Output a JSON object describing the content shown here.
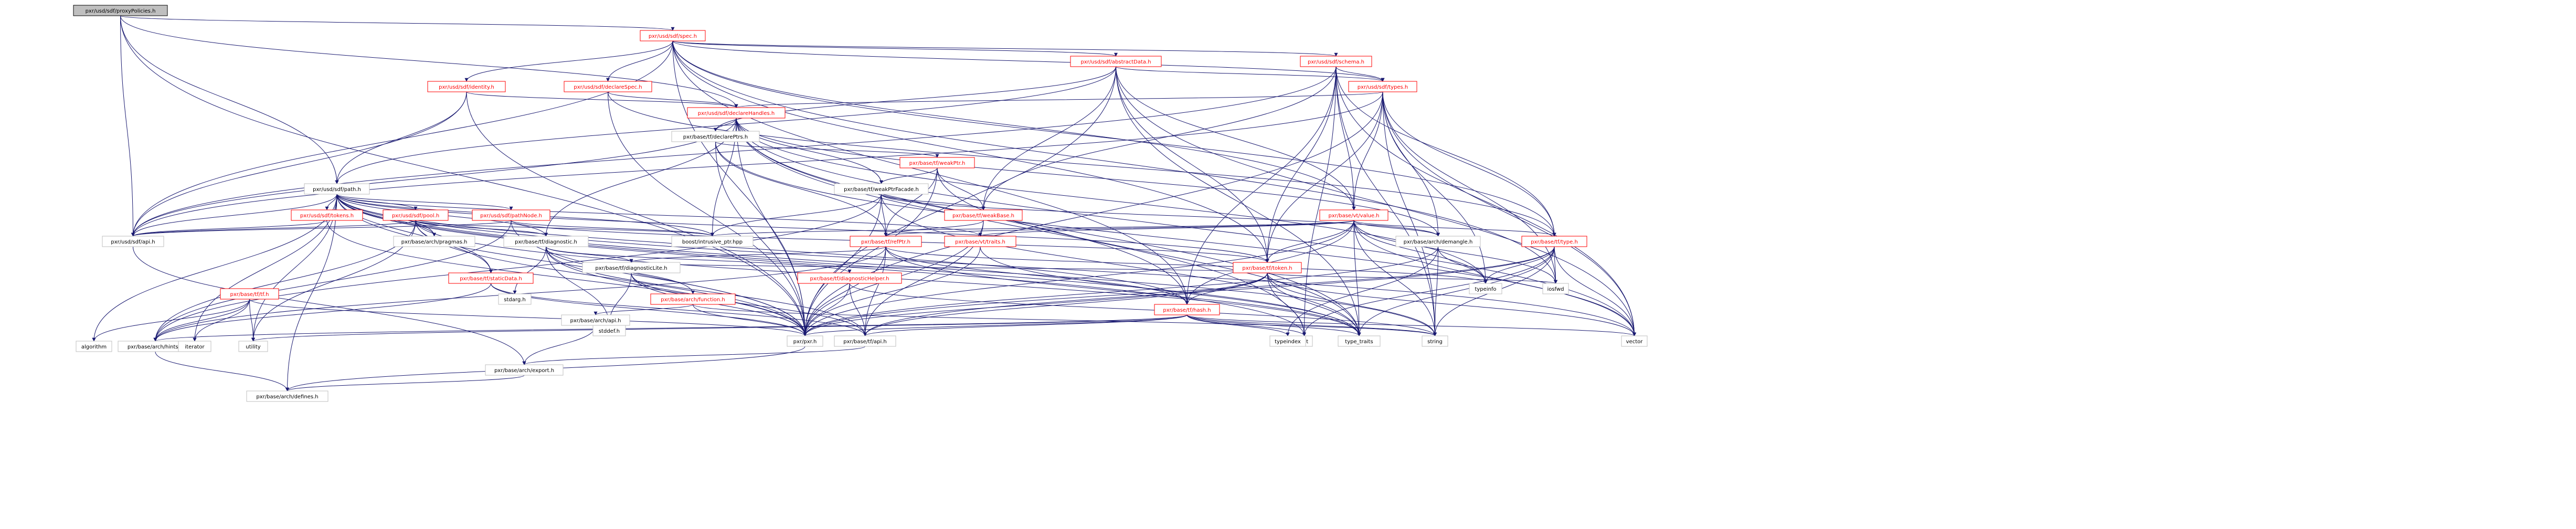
{
  "graph": {
    "title": "pxr/usd/sdf/proxyPolicies.h",
    "colors": {
      "root_fill": "#bfbfbf",
      "node_fill": "#ffffff",
      "node_border_linked": "#ff0000",
      "node_border_plain": "#bfbfbf",
      "edge": "#191970",
      "text_linked": "#ff0000",
      "text_plain": "#000000"
    },
    "nodes": [
      {
        "id": "proxyPolicies",
        "label": "pxr/usd/sdf/proxyPolicies.h",
        "kind": "root"
      },
      {
        "id": "spec",
        "label": "pxr/usd/sdf/spec.h",
        "kind": "linked"
      },
      {
        "id": "abstractData",
        "label": "pxr/usd/sdf/abstractData.h",
        "kind": "linked"
      },
      {
        "id": "schema",
        "label": "pxr/usd/sdf/schema.h",
        "kind": "linked"
      },
      {
        "id": "identity",
        "label": "pxr/usd/sdf/identity.h",
        "kind": "linked"
      },
      {
        "id": "declareSpec",
        "label": "pxr/usd/sdf/declareSpec.h",
        "kind": "linked"
      },
      {
        "id": "types",
        "label": "pxr/usd/sdf/types.h",
        "kind": "linked"
      },
      {
        "id": "declareHandles",
        "label": "pxr/usd/sdf/declareHandles.h",
        "kind": "linked"
      },
      {
        "id": "declarePtrs",
        "label": "pxr/base/tf/declarePtrs.h",
        "kind": "plain"
      },
      {
        "id": "weakPtr",
        "label": "pxr/base/tf/weakPtr.h",
        "kind": "linked"
      },
      {
        "id": "weakPtrFacade",
        "label": "pxr/base/tf/weakPtrFacade.h",
        "kind": "plain"
      },
      {
        "id": "path",
        "label": "pxr/usd/sdf/path.h",
        "kind": "plain"
      },
      {
        "id": "tokens",
        "label": "pxr/usd/sdf/tokens.h",
        "kind": "linked"
      },
      {
        "id": "pool",
        "label": "pxr/usd/sdf/pool.h",
        "kind": "linked"
      },
      {
        "id": "pathNode",
        "label": "pxr/usd/sdf/pathNode.h",
        "kind": "linked"
      },
      {
        "id": "sdfApi",
        "label": "pxr/usd/sdf/api.h",
        "kind": "plain"
      },
      {
        "id": "pragmas",
        "label": "pxr/base/arch/pragmas.h",
        "kind": "plain"
      },
      {
        "id": "diagnostic",
        "label": "pxr/base/tf/diagnostic.h",
        "kind": "plain"
      },
      {
        "id": "staticData",
        "label": "pxr/base/tf/staticData.h",
        "kind": "linked"
      },
      {
        "id": "tfHash",
        "label": "pxr/base/tf/hash.h",
        "kind": "linked"
      },
      {
        "id": "tfToken",
        "label": "pxr/base/tf/token.h",
        "kind": "linked"
      },
      {
        "id": "vtValue",
        "label": "pxr/base/vt/value.h",
        "kind": "linked"
      },
      {
        "id": "tfType",
        "label": "pxr/base/tf/type.h",
        "kind": "linked"
      },
      {
        "id": "weakBase",
        "label": "pxr/base/tf/weakBase.h",
        "kind": "linked"
      },
      {
        "id": "refPtr",
        "label": "pxr/base/tf/refPtr.h",
        "kind": "linked"
      },
      {
        "id": "vtTraits",
        "label": "pxr/base/vt/traits.h",
        "kind": "linked"
      },
      {
        "id": "demangle",
        "label": "pxr/base/arch/demangle.h",
        "kind": "plain"
      },
      {
        "id": "diagnosticLite",
        "label": "pxr/base/tf/diagnosticLite.h",
        "kind": "plain"
      },
      {
        "id": "diagnosticHelper",
        "label": "pxr/base/tf/diagnosticHelper.h",
        "kind": "linked"
      },
      {
        "id": "archFunction",
        "label": "pxr/base/arch/function.h",
        "kind": "linked"
      },
      {
        "id": "tfApi",
        "label": "pxr/base/tf/api.h",
        "kind": "plain"
      },
      {
        "id": "archApi",
        "label": "pxr/base/arch/api.h",
        "kind": "plain"
      },
      {
        "id": "tfTf",
        "label": "pxr/base/tf/tf.h",
        "kind": "linked"
      },
      {
        "id": "hints",
        "label": "pxr/base/arch/hints.h",
        "kind": "plain"
      },
      {
        "id": "archExport",
        "label": "pxr/base/arch/export.h",
        "kind": "plain"
      },
      {
        "id": "defines",
        "label": "pxr/base/arch/defines.h",
        "kind": "plain"
      },
      {
        "id": "pxrH",
        "label": "pxr/pxr.h",
        "kind": "plain"
      },
      {
        "id": "intrusive",
        "label": "boost/intrusive_ptr.hpp",
        "kind": "plain"
      },
      {
        "id": "stdarg",
        "label": "stdarg.h",
        "kind": "plain"
      },
      {
        "id": "stddef",
        "label": "stddef.h",
        "kind": "plain"
      },
      {
        "id": "algorithm",
        "label": "algorithm",
        "kind": "plain"
      },
      {
        "id": "iterator",
        "label": "iterator",
        "kind": "plain"
      },
      {
        "id": "utility",
        "label": "utility",
        "kind": "plain"
      },
      {
        "id": "set",
        "label": "set",
        "kind": "plain"
      },
      {
        "id": "typeTraits",
        "label": "type_traits",
        "kind": "plain"
      },
      {
        "id": "typeindex",
        "label": "typeindex",
        "kind": "plain"
      },
      {
        "id": "string",
        "label": "string",
        "kind": "plain"
      },
      {
        "id": "vector",
        "label": "vector",
        "kind": "plain"
      },
      {
        "id": "typeinfo",
        "label": "typeinfo",
        "kind": "plain"
      },
      {
        "id": "iosfwd",
        "label": "iosfwd",
        "kind": "plain"
      }
    ],
    "edges": [
      [
        "proxyPolicies",
        "spec"
      ],
      [
        "proxyPolicies",
        "declareHandles"
      ],
      [
        "proxyPolicies",
        "path"
      ],
      [
        "proxyPolicies",
        "sdfApi"
      ],
      [
        "proxyPolicies",
        "pxrH"
      ],
      [
        "spec",
        "abstractData"
      ],
      [
        "spec",
        "schema"
      ],
      [
        "spec",
        "identity"
      ],
      [
        "spec",
        "declareSpec"
      ],
      [
        "spec",
        "types"
      ],
      [
        "spec",
        "tfType"
      ],
      [
        "spec",
        "vtValue"
      ],
      [
        "spec",
        "tfToken"
      ],
      [
        "spec",
        "tfHash"
      ],
      [
        "spec",
        "sdfApi"
      ],
      [
        "spec",
        "pxrH"
      ],
      [
        "spec",
        "iosfwd"
      ],
      [
        "abstractData",
        "types"
      ],
      [
        "abstractData",
        "path"
      ],
      [
        "abstractData",
        "declarePtrs"
      ],
      [
        "abstractData",
        "weakBase"
      ],
      [
        "abstractData",
        "tfToken"
      ],
      [
        "abstractData",
        "vtValue"
      ],
      [
        "abstractData",
        "pxrH"
      ],
      [
        "abstractData",
        "vector"
      ],
      [
        "abstractData",
        "typeTraits"
      ],
      [
        "schema",
        "types"
      ],
      [
        "schema",
        "tfType"
      ],
      [
        "schema",
        "tfHash"
      ],
      [
        "schema",
        "tfToken"
      ],
      [
        "schema",
        "vtValue"
      ],
      [
        "schema",
        "weakBase"
      ],
      [
        "schema",
        "sdfApi"
      ],
      [
        "schema",
        "string"
      ],
      [
        "schema",
        "vector"
      ],
      [
        "schema",
        "set"
      ],
      [
        "identity",
        "declareHandles"
      ],
      [
        "identity",
        "path"
      ],
      [
        "identity",
        "sdfApi"
      ],
      [
        "identity",
        "pxrH"
      ],
      [
        "declareSpec",
        "declareHandles"
      ],
      [
        "declareSpec",
        "pxrH"
      ],
      [
        "declareSpec",
        "tfType"
      ],
      [
        "types",
        "declareHandles"
      ],
      [
        "types",
        "tfToken"
      ],
      [
        "types",
        "tfType"
      ],
      [
        "types",
        "vtValue"
      ],
      [
        "types",
        "demangle"
      ],
      [
        "types",
        "pxrH"
      ],
      [
        "types",
        "sdfApi"
      ],
      [
        "types",
        "string"
      ],
      [
        "types",
        "vector"
      ],
      [
        "types",
        "iosfwd"
      ],
      [
        "types",
        "typeinfo"
      ],
      [
        "declareHandles",
        "declarePtrs"
      ],
      [
        "declareHandles",
        "weakPtrFacade"
      ],
      [
        "declareHandles",
        "diagnostic"
      ],
      [
        "declareHandles",
        "sdfApi"
      ],
      [
        "declareHandles",
        "pxrH"
      ],
      [
        "declareHandles",
        "intrusive"
      ],
      [
        "declareHandles",
        "set"
      ],
      [
        "declareHandles",
        "typeinfo"
      ],
      [
        "declareHandles",
        "vector"
      ],
      [
        "declareHandles",
        "typeTraits"
      ],
      [
        "declareHandles",
        "demangle"
      ],
      [
        "declareHandles",
        "tfHash"
      ],
      [
        "declarePtrs",
        "weakPtr"
      ],
      [
        "declarePtrs",
        "refPtr"
      ],
      [
        "declarePtrs",
        "pxrH"
      ],
      [
        "declarePtrs",
        "vector"
      ],
      [
        "weakPtr",
        "weakPtrFacade"
      ],
      [
        "weakPtr",
        "weakBase"
      ],
      [
        "weakPtr",
        "refPtr"
      ],
      [
        "weakPtr",
        "pxrH"
      ],
      [
        "weakPtr",
        "typeTraits"
      ],
      [
        "weakPtrFacade",
        "weakBase"
      ],
      [
        "weakPtrFacade",
        "refPtr"
      ],
      [
        "weakPtrFacade",
        "demangle"
      ],
      [
        "weakPtrFacade",
        "hints"
      ],
      [
        "weakPtrFacade",
        "pxrH"
      ],
      [
        "weakPtrFacade",
        "typeTraits"
      ],
      [
        "weakPtrFacade",
        "intrusive"
      ],
      [
        "path",
        "pool"
      ],
      [
        "path",
        "pathNode"
      ],
      [
        "path",
        "tokens"
      ],
      [
        "path",
        "sdfApi"
      ],
      [
        "path",
        "tfToken"
      ],
      [
        "path",
        "tfHash"
      ],
      [
        "path",
        "staticData"
      ],
      [
        "path",
        "pxrH"
      ],
      [
        "path",
        "set"
      ],
      [
        "path",
        "string"
      ],
      [
        "path",
        "vector"
      ],
      [
        "path",
        "typeTraits"
      ],
      [
        "path",
        "iterator"
      ],
      [
        "path",
        "algorithm"
      ],
      [
        "path",
        "utility"
      ],
      [
        "path",
        "intrusive"
      ],
      [
        "path",
        "pragmas"
      ],
      [
        "path",
        "diagnostic"
      ],
      [
        "path",
        "vtTraits"
      ],
      [
        "path",
        "defines"
      ],
      [
        "tokens",
        "sdfApi"
      ],
      [
        "tokens",
        "pxrH"
      ],
      [
        "pool",
        "sdfApi"
      ],
      [
        "pool",
        "pxrH"
      ],
      [
        "pool",
        "hints"
      ],
      [
        "pool",
        "pragmas"
      ],
      [
        "pool",
        "diagnostic"
      ],
      [
        "pool",
        "staticData"
      ],
      [
        "pool",
        "intrusive"
      ],
      [
        "pool",
        "typeTraits"
      ],
      [
        "pool",
        "utility"
      ],
      [
        "pathNode",
        "sdfApi"
      ],
      [
        "pathNode",
        "pxrH"
      ],
      [
        "pathNode",
        "tfToken"
      ],
      [
        "pathNode",
        "intrusive"
      ],
      [
        "pathNode",
        "hints"
      ],
      [
        "sdfApi",
        "archExport"
      ],
      [
        "diagnostic",
        "diagnosticLite"
      ],
      [
        "diagnostic",
        "diagnosticHelper"
      ],
      [
        "diagnostic",
        "archFunction"
      ],
      [
        "diagnostic",
        "tfApi"
      ],
      [
        "diagnostic",
        "pxrH"
      ],
      [
        "diagnostic",
        "stddef"
      ],
      [
        "diagnostic",
        "stdarg"
      ],
      [
        "staticData",
        "pxrH"
      ],
      [
        "staticData",
        "tfApi"
      ],
      [
        "staticData",
        "hints"
      ],
      [
        "tfHash",
        "pxrH"
      ],
      [
        "tfHash",
        "tfApi"
      ],
      [
        "tfHash",
        "hints"
      ],
      [
        "tfHash",
        "string"
      ],
      [
        "tfHash",
        "vector"
      ],
      [
        "tfHash",
        "set"
      ],
      [
        "tfHash",
        "typeTraits"
      ],
      [
        "tfHash",
        "typeindex"
      ],
      [
        "tfHash",
        "utility"
      ],
      [
        "tfToken",
        "tfHash"
      ],
      [
        "tfToken",
        "tfApi"
      ],
      [
        "tfToken",
        "pxrH"
      ],
      [
        "tfToken",
        "diagnosticLite"
      ],
      [
        "tfToken",
        "string"
      ],
      [
        "tfToken",
        "vector"
      ],
      [
        "tfToken",
        "set"
      ],
      [
        "tfToken",
        "iosfwd"
      ],
      [
        "tfToken",
        "typeTraits"
      ],
      [
        "vtValue",
        "tfType"
      ],
      [
        "vtValue",
        "demangle"
      ],
      [
        "vtValue",
        "tfToken"
      ],
      [
        "vtValue",
        "vtTraits"
      ],
      [
        "vtValue",
        "refPtr"
      ],
      [
        "vtValue",
        "pxrH"
      ],
      [
        "vtValue",
        "intrusive"
      ],
      [
        "vtValue",
        "iosfwd"
      ],
      [
        "vtValue",
        "typeinfo"
      ],
      [
        "vtValue",
        "typeTraits"
      ],
      [
        "vtValue",
        "vector"
      ],
      [
        "vtValue",
        "string"
      ],
      [
        "vtValue",
        "tfHash"
      ],
      [
        "tfType",
        "tfApi"
      ],
      [
        "tfType",
        "pxrH"
      ],
      [
        "tfType",
        "typeinfo"
      ],
      [
        "tfType",
        "iosfwd"
      ],
      [
        "tfType",
        "set"
      ],
      [
        "tfType",
        "string"
      ],
      [
        "tfType",
        "vector"
      ],
      [
        "tfType",
        "typeTraits"
      ],
      [
        "weakBase",
        "refPtr"
      ],
      [
        "weakBase",
        "tfApi"
      ],
      [
        "weakBase",
        "pxrH"
      ],
      [
        "refPtr",
        "diagnosticLite"
      ],
      [
        "refPtr",
        "tfApi"
      ],
      [
        "refPtr",
        "pxrH"
      ],
      [
        "refPtr",
        "hints"
      ],
      [
        "refPtr",
        "typeinfo"
      ],
      [
        "refPtr",
        "typeTraits"
      ],
      [
        "refPtr",
        "tfHash"
      ],
      [
        "vtTraits",
        "pxrH"
      ],
      [
        "vtTraits",
        "typeTraits"
      ],
      [
        "demangle",
        "pxrH"
      ],
      [
        "demangle",
        "string"
      ],
      [
        "demangle",
        "typeinfo"
      ],
      [
        "demangle",
        "typeindex"
      ],
      [
        "diagnosticLite",
        "pxrH"
      ],
      [
        "diagnosticLite",
        "tfApi"
      ],
      [
        "diagnosticLite",
        "stddef"
      ],
      [
        "diagnosticHelper",
        "pxrH"
      ],
      [
        "diagnosticHelper",
        "tfApi"
      ],
      [
        "diagnosticHelper",
        "string"
      ],
      [
        "archFunction",
        "pxrH"
      ],
      [
        "archFunction",
        "archApi"
      ],
      [
        "archFunction",
        "string"
      ],
      [
        "tfApi",
        "archExport"
      ],
      [
        "archApi",
        "archExport"
      ],
      [
        "tfTf",
        "pxrH"
      ],
      [
        "tfTf",
        "hints"
      ],
      [
        "tfTf",
        "utility"
      ],
      [
        "tfTf",
        "algorithm"
      ],
      [
        "tfTf",
        "iterator"
      ],
      [
        "hints",
        "defines"
      ],
      [
        "archExport",
        "defines"
      ],
      [
        "pxrH",
        "defines"
      ]
    ]
  }
}
